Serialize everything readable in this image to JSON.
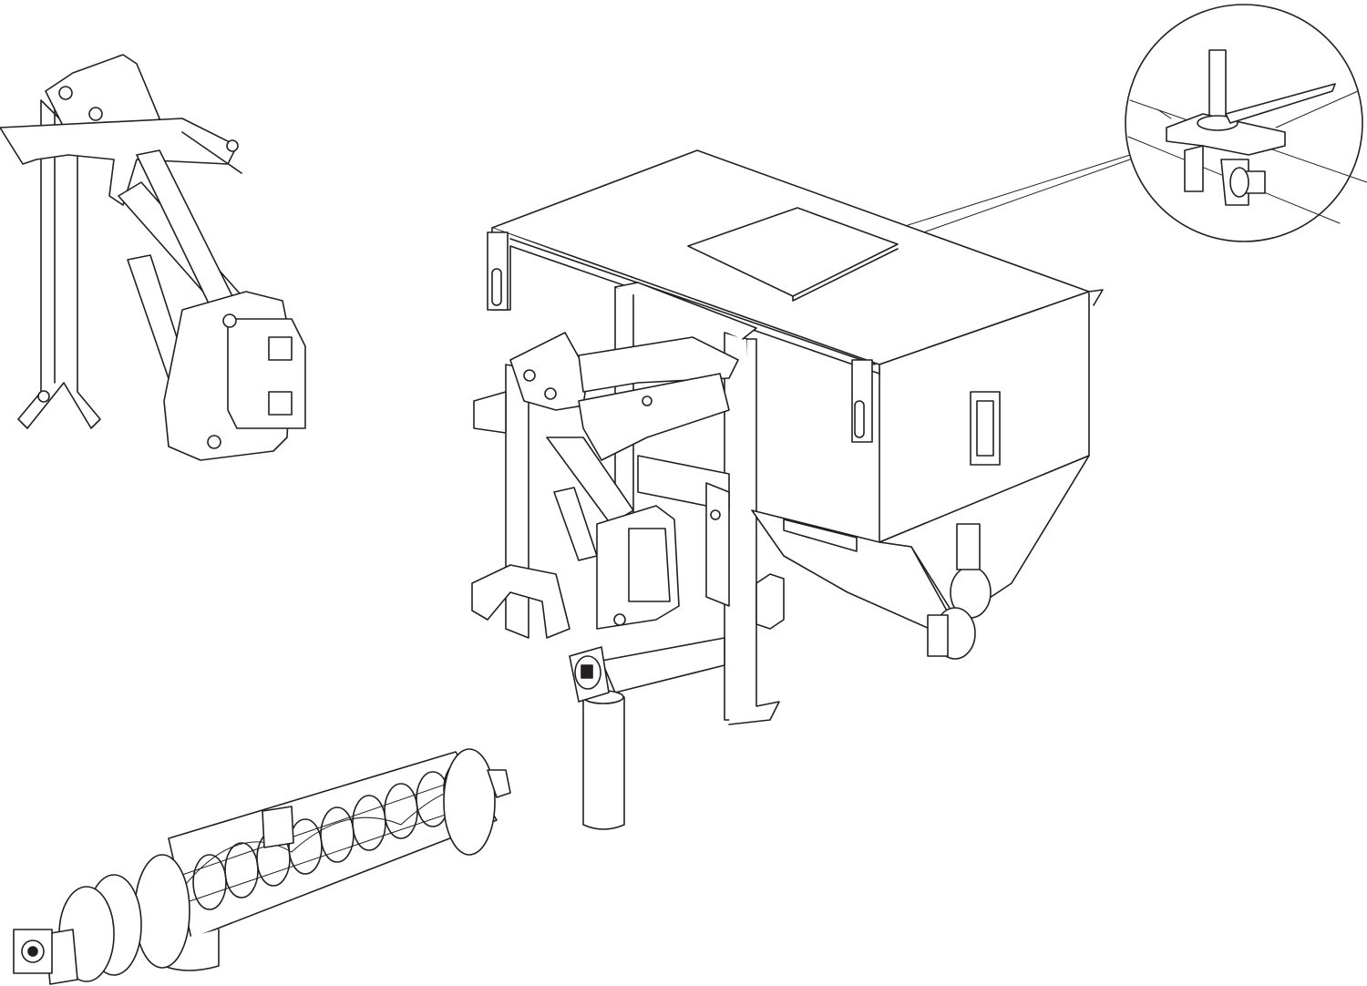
{
  "drawing": {
    "line_color": "#231f20",
    "background": "#ffffff",
    "parts": [
      "hitch-arm-assembly",
      "hopper",
      "detail-callout",
      "auger-exploded",
      "discharge-pipe"
    ]
  }
}
